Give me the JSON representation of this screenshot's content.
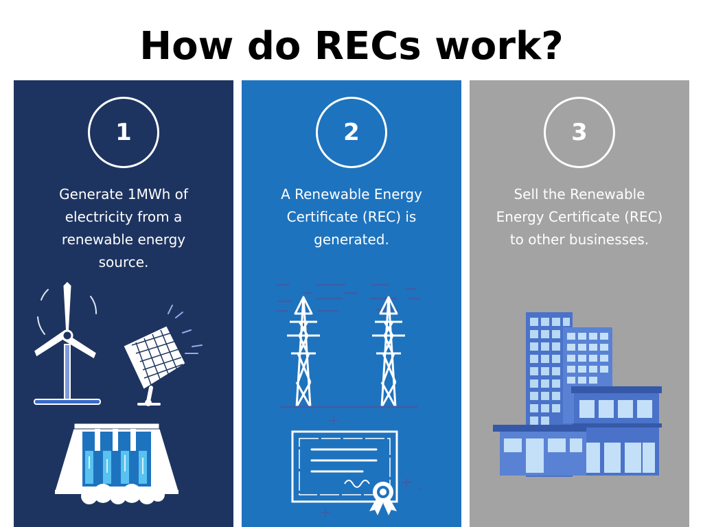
{
  "title": "How do RECs work?",
  "colors": {
    "panel1": "#1e3460",
    "panel2": "#1e73be",
    "panel3": "#a3a3a3",
    "text": "#ffffff"
  },
  "steps": [
    {
      "number": "1",
      "lines": [
        "Generate 1MWh of",
        "electricity from a",
        "renewable energy",
        "source."
      ],
      "icons": [
        "wind-turbine-icon",
        "solar-panel-icon",
        "hydro-dam-icon"
      ]
    },
    {
      "number": "2",
      "lines": [
        "A Renewable Energy",
        "Certificate (REC) is",
        "generated."
      ],
      "icons": [
        "power-pylon-icon",
        "certificate-icon"
      ]
    },
    {
      "number": "3",
      "lines": [
        "Sell the Renewable",
        "Energy Certificate (REC)",
        "to other businesses."
      ],
      "icons": [
        "office-buildings-icon"
      ]
    }
  ]
}
